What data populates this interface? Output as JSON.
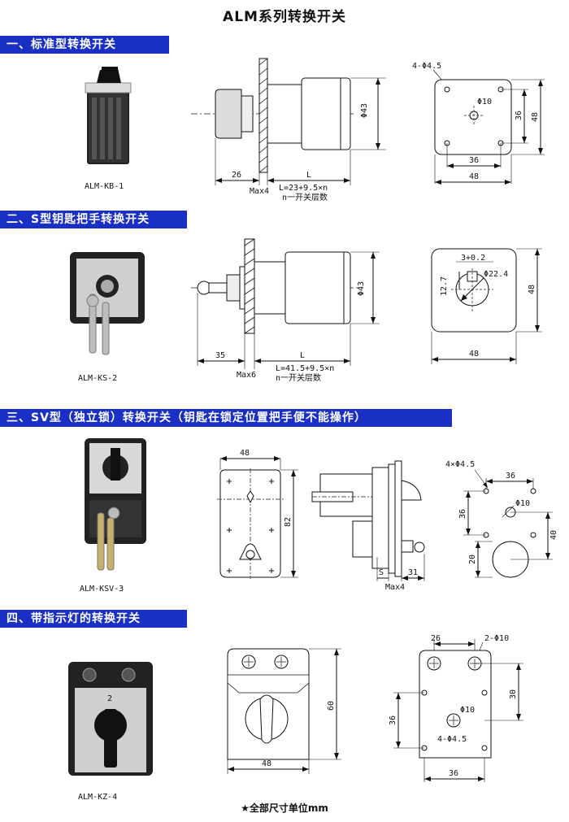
{
  "page_title": "ALM系列转换开关",
  "sections": [
    {
      "header": "一、标准型转换开关",
      "product_caption": "ALM-KB-1",
      "side": {
        "l_label": "L",
        "dim_left": "26",
        "max": "Max4",
        "phi_label": "Φ43",
        "formula": "L=23+9.5×n",
        "note": "n一开关层数"
      },
      "front": {
        "holes": "4-Φ4.5",
        "center": "Φ10",
        "inner_w": "36",
        "outer_w": "48",
        "inner_h": "36",
        "outer_h": "48"
      }
    },
    {
      "header": "二、S型钥匙把手转换开关",
      "product_caption": "ALM-KS-2",
      "side": {
        "l_label": "L",
        "dim_left": "35",
        "max": "Max6",
        "phi_label": "Φ43",
        "formula": "L=41.5+9.5×n",
        "note": "n一开关层数"
      },
      "front": {
        "slot": "3+0.2",
        "vert": "12.7",
        "center": "Φ22.4",
        "width": "48",
        "height": "48"
      }
    },
    {
      "header": "三、SV型（独立锁）转换开关（钥匙在锁定位置把手便不能操作）",
      "product_caption": "ALM-KSV-3",
      "face": {
        "width": "48",
        "height": "82"
      },
      "side": {
        "s_label": "S",
        "max": "Max4",
        "dim": "31"
      },
      "holes": {
        "holes": "4×Φ4.5",
        "top_w": "36",
        "left_h": "36",
        "center": "Φ10",
        "right_h": "40",
        "bottom_h": "20"
      }
    },
    {
      "header": "四、带指示灯的转换开关",
      "product_caption": "ALM-KZ-4",
      "face": {
        "width": "48",
        "height": "60"
      },
      "holes": {
        "top_w": "26",
        "lamp_holes": "2-Φ10",
        "right_h": "30",
        "left_h": "36",
        "center": "Φ10",
        "small_holes": "4-Φ4.5",
        "bottom_w": "36"
      }
    }
  ],
  "footer": "★全部尺寸单位mm"
}
